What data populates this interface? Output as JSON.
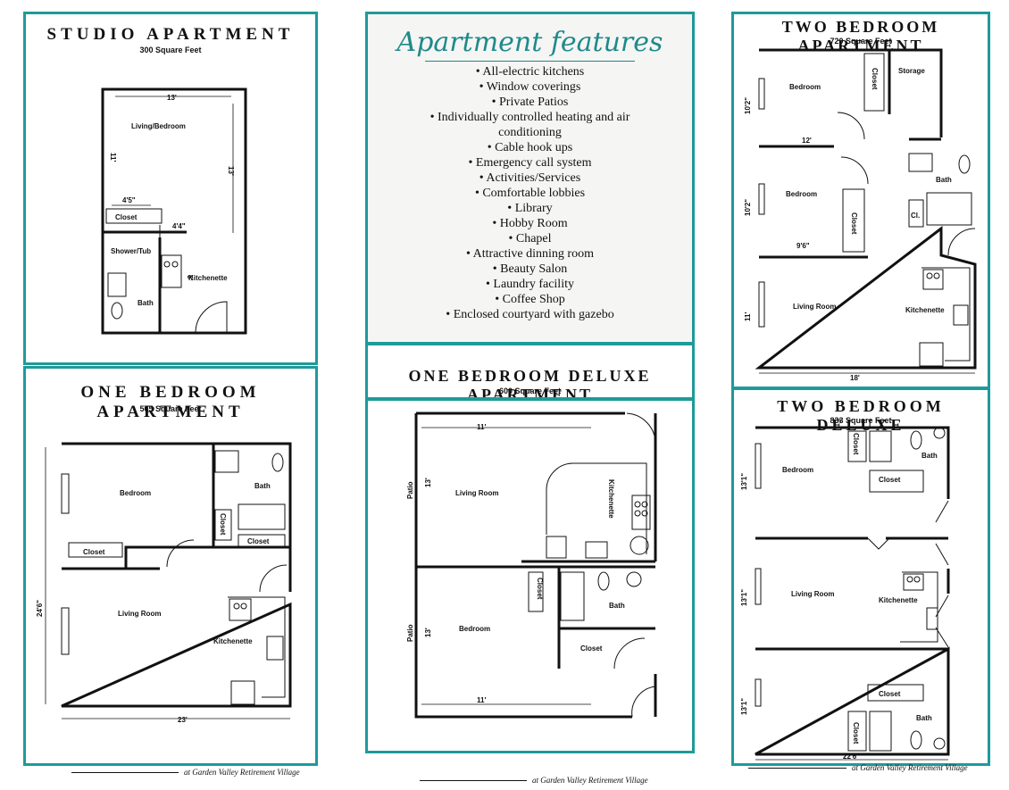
{
  "features": {
    "title": "Apartment features",
    "items": [
      "• All-electric kitchens",
      "• Window coverings",
      "• Private Patios",
      "• Individually controlled heating and air conditioning",
      "• Cable hook ups",
      "• Emergency call system",
      "• Activities/Services",
      "• Comfortable lobbies",
      "• Library",
      "• Hobby Room",
      "• Chapel",
      "• Attractive dinning room",
      "• Beauty Salon",
      "• Laundry facility",
      "• Coffee Shop",
      "• Enclosed courtyard with gazebo"
    ]
  },
  "studio": {
    "title": "STUDIO APARTMENT",
    "size": "300 Square Feet",
    "labels": {
      "living": "Living/Bedroom",
      "closet": "Closet",
      "shower": "Shower/Tub",
      "kitchen": "Kitchenette",
      "bath": "Bath"
    },
    "dims": {
      "top": "13'",
      "left": "11'",
      "right": "13'",
      "closet_w": "4'5\"",
      "mid": "4'4\"",
      "kit": "5'"
    }
  },
  "one_bedroom": {
    "title": "ONE BEDROOM APARTMENT",
    "size": "565 Square Feet",
    "labels": {
      "bedroom": "Bedroom",
      "bath": "Bath",
      "closet1": "Closet",
      "closet2": "Closet",
      "closet3": "Closet",
      "living": "Living Room",
      "kitchen": "Kitchenette"
    },
    "dims": {
      "height": "24'6\"",
      "width": "23'"
    }
  },
  "deluxe": {
    "title": "ONE BEDROOM DELUXE APARTMENT",
    "size": "600 Square Feet",
    "labels": {
      "living": "Living Room",
      "kitchen": "Kitchenette",
      "patio1": "Patio",
      "patio2": "Patio",
      "bedroom": "Bedroom",
      "closet": "Closet",
      "bath": "Bath",
      "closet2": "Closet"
    },
    "dims": {
      "top": "11'",
      "bottom": "11'",
      "h1": "13'",
      "h2": "13'"
    }
  },
  "two_bedroom": {
    "title": "TWO BEDROOM APARTMENT",
    "size": "720 Square Feet",
    "labels": {
      "bedroom1": "Bedroom",
      "closet1": "Closet",
      "storage": "Storage",
      "bedroom2": "Bedroom",
      "closet2": "Closet",
      "bath": "Bath",
      "cl": "Cl.",
      "living": "Living Room",
      "kitchen": "Kitchenette"
    },
    "dims": {
      "h1": "10'2\"",
      "h2": "10'2\"",
      "w1": "12'",
      "w2": "9'6\"",
      "h3": "11'",
      "width": "18'"
    }
  },
  "two_bedroom_deluxe": {
    "title": "TWO BEDROOM DELUXE",
    "size": "833 Square Feet",
    "labels": {
      "closet1": "Closet",
      "bath1": "Bath",
      "bedroom1": "Bedroom",
      "closet2": "Closet",
      "living": "Living Room",
      "kitchen": "Kitchenette",
      "closet3": "Closet",
      "bath2": "Bath",
      "closet4": "Closet"
    },
    "dims": {
      "h1": "13'1\"",
      "h2": "13'1\"",
      "h3": "13'1\"",
      "width": "22'6\""
    }
  },
  "footer": {
    "left": "at Garden Valley Retirement Village",
    "center": "at Garden Valley Retirement Village",
    "right": "at Garden Valley Retirement Village"
  }
}
